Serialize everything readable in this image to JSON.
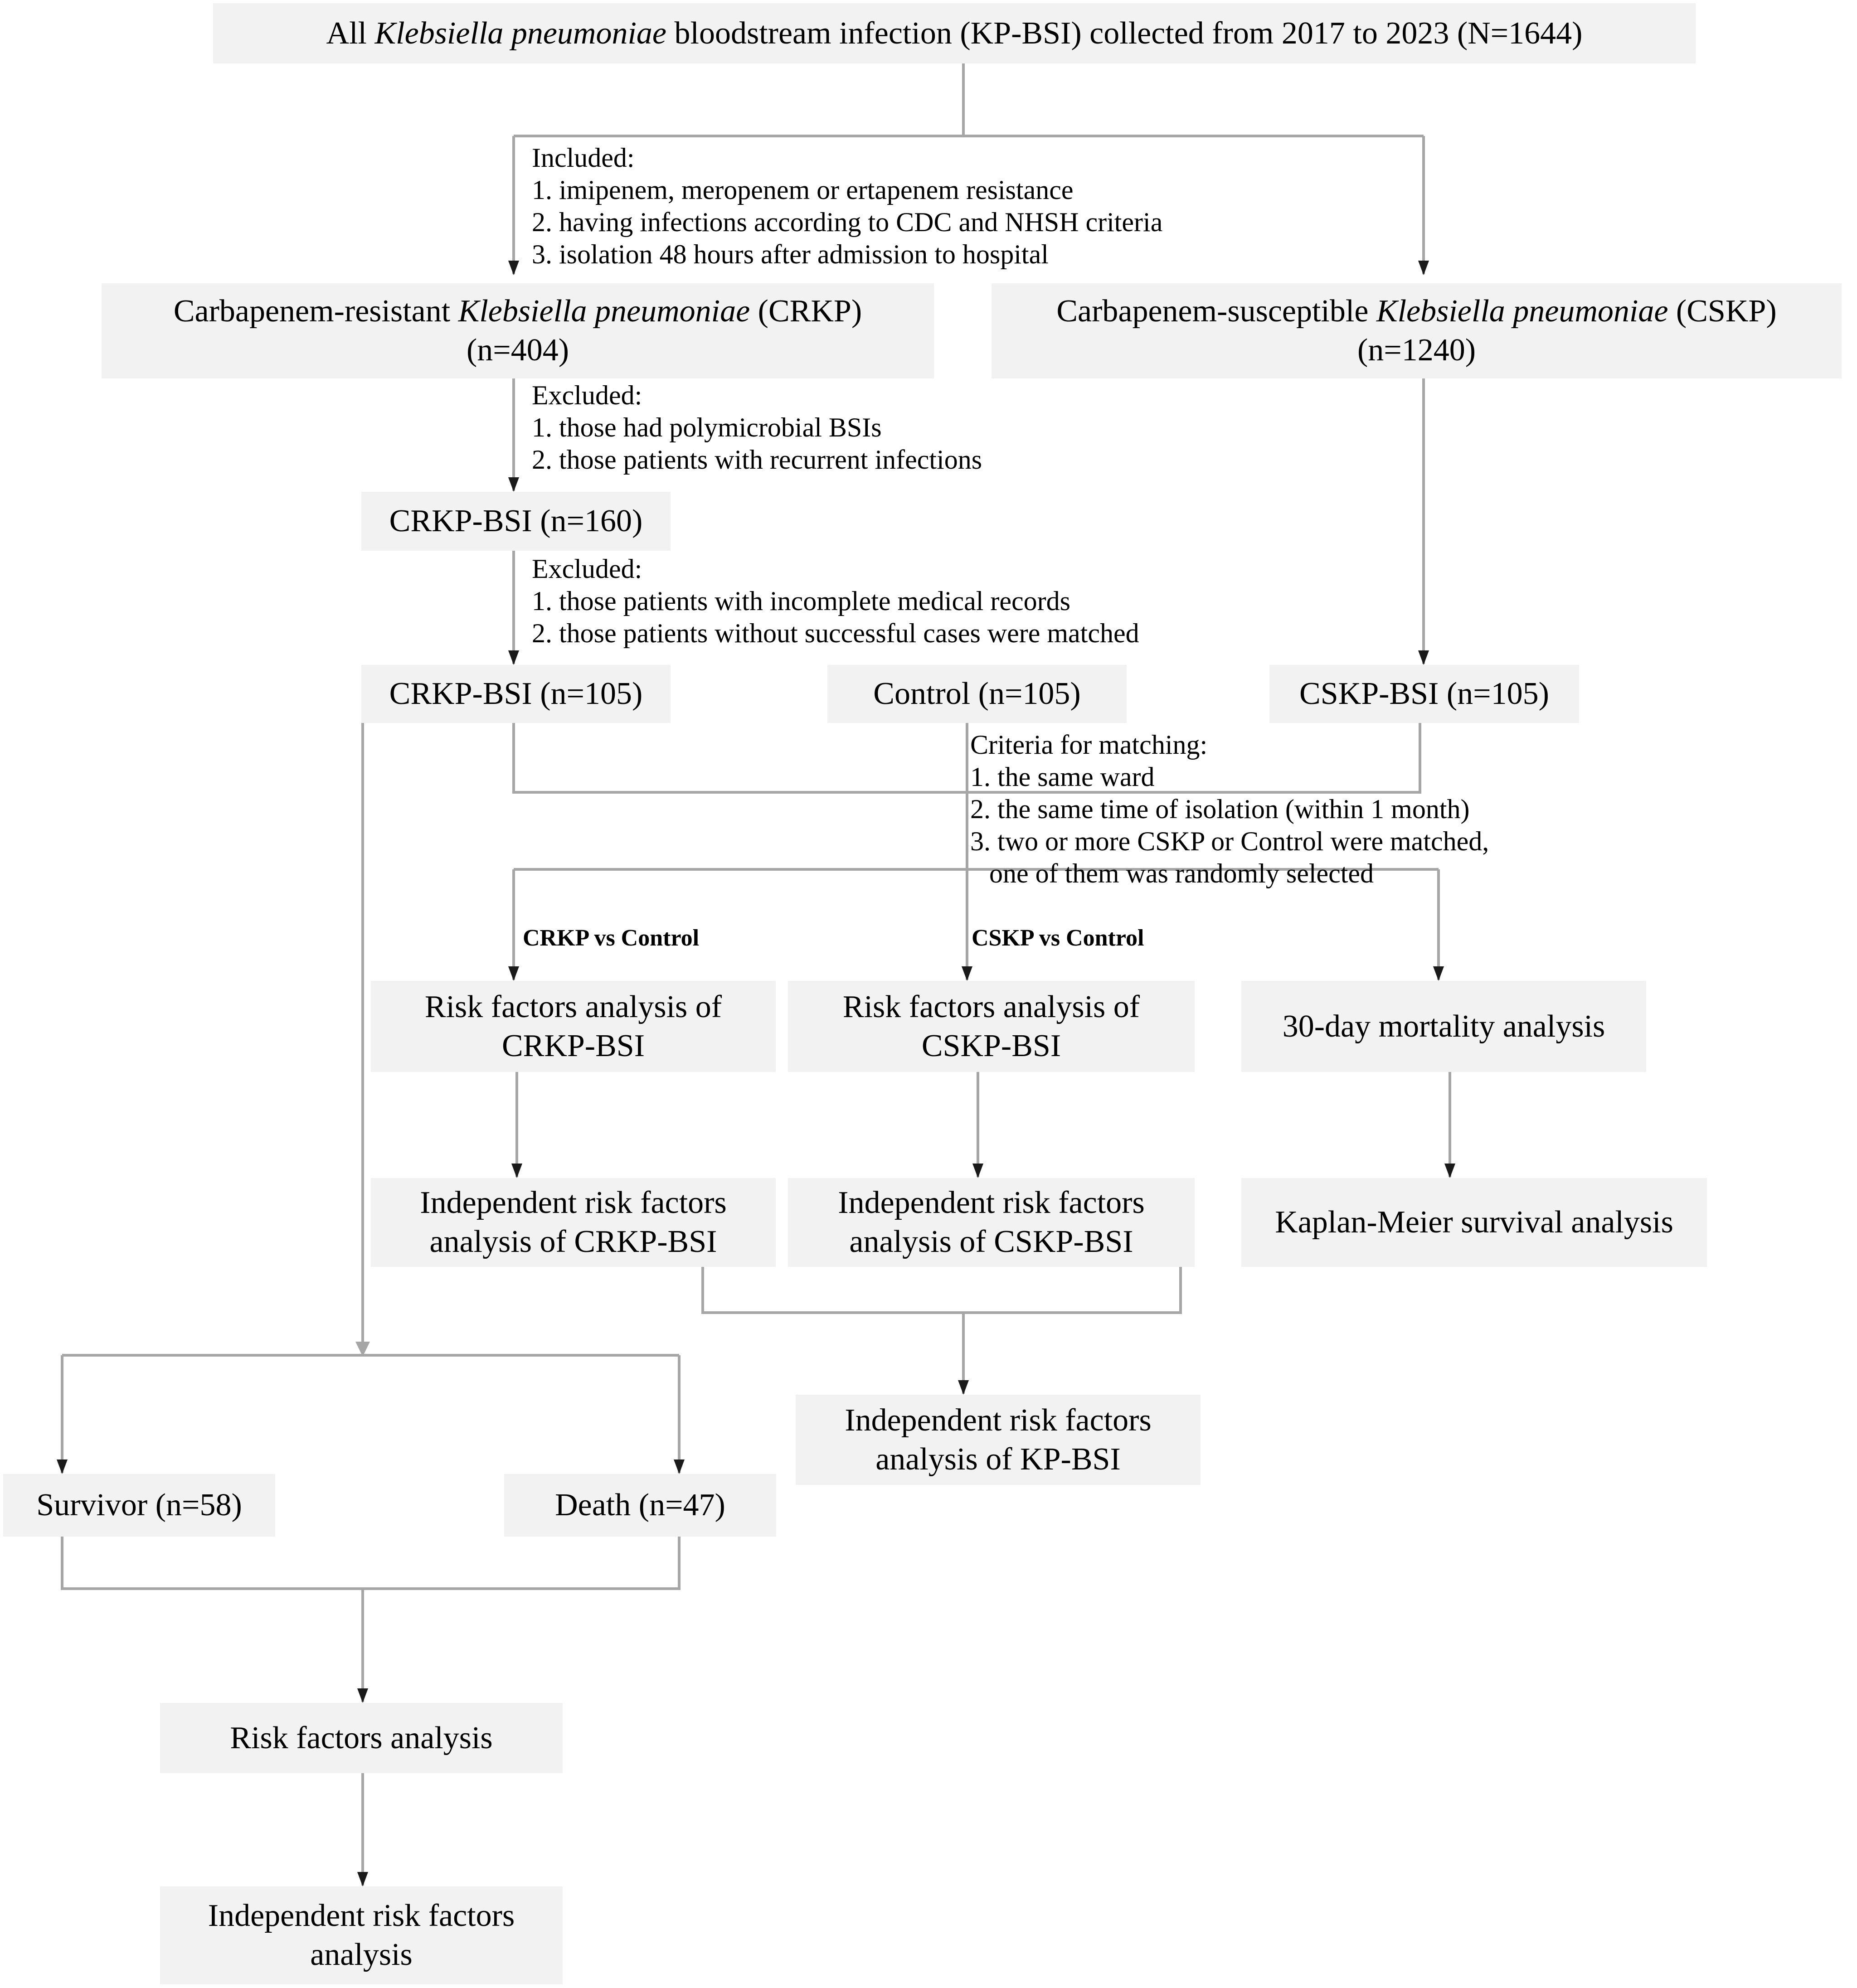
{
  "nodes": {
    "all_kp": {
      "prefix": "All ",
      "italic": "Klebsiella pneumoniae",
      "suffix": " bloodstream infection (KP-BSI) collected from 2017 to 2023 (N=1644)"
    },
    "crkp": {
      "prefix": "Carbapenem-resistant ",
      "italic": "Klebsiella pneumoniae",
      "suffix": " (CRKP)",
      "count": "(n=404)"
    },
    "cskp": {
      "prefix": "Carbapenem-susceptible ",
      "italic": "Klebsiella pneumoniae",
      "suffix": " (CSKP)",
      "count": "(n=1240)"
    },
    "crkp_bsi_160": "CRKP-BSI (n=160)",
    "crkp_bsi_105": "CRKP-BSI (n=105)",
    "control_105": "Control (n=105)",
    "cskp_bsi_105": "CSKP-BSI (n=105)",
    "rf_crkp": [
      "Risk factors analysis of",
      "CRKP-BSI"
    ],
    "rf_cskp": [
      "Risk factors analysis of",
      "CSKP-BSI"
    ],
    "mortality": "30-day mortality analysis",
    "irf_crkp": [
      "Independent risk factors",
      "analysis of CRKP-BSI"
    ],
    "irf_cskp": [
      "Independent risk factors",
      "analysis of CSKP-BSI"
    ],
    "km": "Kaplan-Meier survival analysis",
    "irf_kp": [
      "Independent risk factors",
      "analysis of KP-BSI"
    ],
    "survivor": "Survivor (n=58)",
    "death": "Death (n=47)",
    "rf": "Risk factors analysis",
    "irf": [
      "Independent risk factors",
      "analysis"
    ]
  },
  "notes": {
    "included": [
      "Included:",
      "1. imipenem, meropenem or ertapenem resistance",
      "2. having infections according to CDC and NHSH criteria",
      "3. isolation 48 hours after admission to hospital"
    ],
    "excluded_1": [
      "Excluded:",
      "1. those had polymicrobial BSIs",
      "2. those patients with recurrent infections"
    ],
    "excluded_2": [
      "Excluded:",
      "1. those patients with incomplete medical records",
      "2. those patients without successful cases were matched"
    ],
    "matching": [
      "Criteria for matching:",
      "1. the same ward",
      "2. the same time of isolation (within 1 month)",
      "3. two or more CSKP or Control were matched,",
      "one of them was randomly selected"
    ]
  },
  "edge_labels": {
    "crkp_vs_control": "CRKP vs Control",
    "cskp_vs_control": "CSKP vs Control"
  },
  "colors": {
    "box_fill": "#f2f2f2",
    "connector": "#a6a6a6",
    "arrowhead": "#1a1a1a"
  }
}
